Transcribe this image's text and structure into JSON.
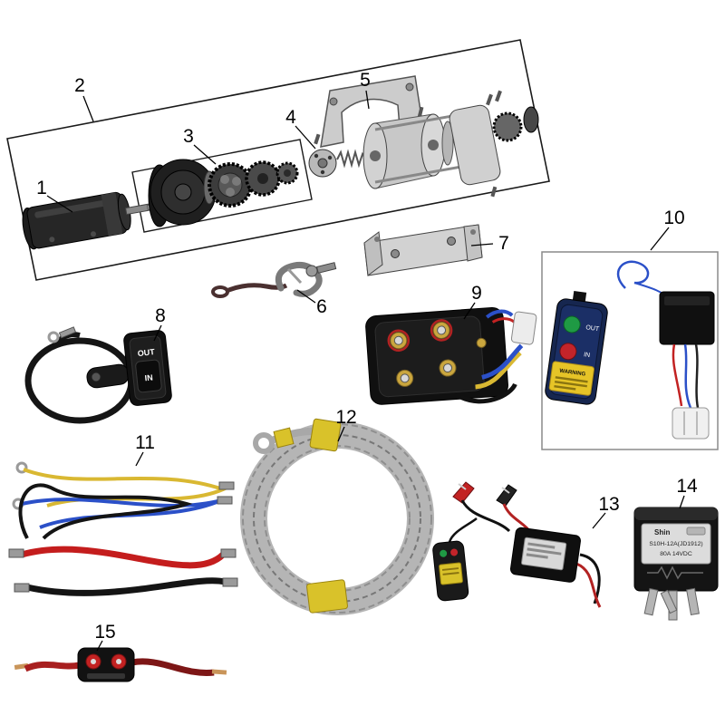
{
  "page": {
    "background": "#ffffff",
    "line_color": "#000000"
  },
  "labels": [
    "1",
    "2",
    "3",
    "4",
    "5",
    "6",
    "7",
    "8",
    "9",
    "10",
    "11",
    "12",
    "13",
    "14",
    "15"
  ],
  "texts": {
    "switch_out": "OUT",
    "switch_in": "IN",
    "remote_out": "OUT",
    "remote_in": "IN",
    "remote_warning": "WARNING",
    "relay_brand": "Shin",
    "relay_model": "S10H-12A(JD1912)",
    "relay_rating": "80A 14VDC"
  },
  "parts": [
    {
      "num": "1",
      "name": "motor"
    },
    {
      "num": "2",
      "name": "exploded-assembly-box"
    },
    {
      "num": "3",
      "name": "gearbox-and-gears"
    },
    {
      "num": "4",
      "name": "brake-cam-and-spring"
    },
    {
      "num": "5",
      "name": "top-mounting-bracket"
    },
    {
      "num": "6",
      "name": "hook-with-strap"
    },
    {
      "num": "7",
      "name": "mounting-channel-bracket"
    },
    {
      "num": "8",
      "name": "handlebar-rocker-switch"
    },
    {
      "num": "9",
      "name": "solenoid-contactor"
    },
    {
      "num": "10",
      "name": "wireless-remote-kit"
    },
    {
      "num": "11",
      "name": "wiring-harness"
    },
    {
      "num": "12",
      "name": "steel-wire-rope"
    },
    {
      "num": "13",
      "name": "controller-with-remote"
    },
    {
      "num": "14",
      "name": "relay"
    },
    {
      "num": "15",
      "name": "circuit-breaker"
    }
  ],
  "colors": {
    "yellow_tape": "#d9c22a",
    "red_wire": "#c22222",
    "blue_wire": "#2b50c8",
    "brass": "#caa63e"
  }
}
